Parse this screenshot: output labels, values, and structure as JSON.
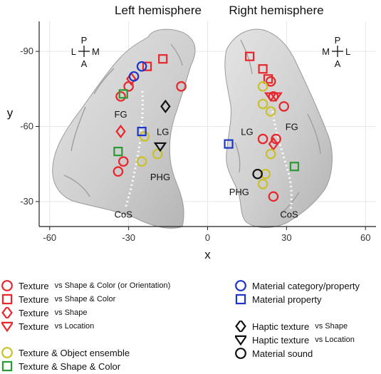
{
  "chart_data": {
    "type": "scatter",
    "panel_titles": [
      "Left hemisphere",
      "Right hemisphere"
    ],
    "xlabel": "x",
    "ylabel": "y",
    "xlim": [
      -64,
      64
    ],
    "ylim": [
      -20,
      -102
    ],
    "xticks": [
      -60,
      -30,
      0,
      30,
      60
    ],
    "xtick_labels": [
      "-60",
      "-30",
      "0",
      "30",
      "60"
    ],
    "yticks": [
      -90,
      -60,
      -30
    ],
    "ytick_labels": [
      "-90",
      "-60",
      "-30"
    ],
    "grid": true,
    "orientation_labels": {
      "left": {
        "top": "P",
        "bottom": "A",
        "west": "L",
        "east": "M"
      },
      "right": {
        "top": "P",
        "bottom": "A",
        "west": "M",
        "east": "L"
      }
    },
    "region_labels": [
      {
        "text": "FG",
        "x": -33,
        "y": -65
      },
      {
        "text": "LG",
        "x": -17,
        "y": -58
      },
      {
        "text": "PHG",
        "x": -18,
        "y": -40
      },
      {
        "text": "CoS",
        "x": -32,
        "y": -25
      },
      {
        "text": "LG",
        "x": 15,
        "y": -58
      },
      {
        "text": "FG",
        "x": 32,
        "y": -60
      },
      {
        "text": "PHG",
        "x": 12,
        "y": -34
      },
      {
        "text": "CoS",
        "x": 31,
        "y": -25
      }
    ],
    "series": [
      {
        "name": "Texture vs Shape & Color (or Orientation)",
        "marker": "circle",
        "color": "#e8262b",
        "points": [
          [
            -34,
            -42
          ],
          [
            -32,
            -46
          ],
          [
            -33,
            -72
          ],
          [
            -30,
            -76
          ],
          [
            -10,
            -76
          ],
          [
            21,
            -55
          ],
          [
            24,
            -78
          ],
          [
            25,
            -72
          ],
          [
            26,
            -55
          ],
          [
            29,
            -68
          ],
          [
            25,
            -32
          ]
        ]
      },
      {
        "name": "Texture vs Shape & Color",
        "marker": "square",
        "color": "#e8262b",
        "points": [
          [
            -23,
            -84
          ],
          [
            -17,
            -87
          ],
          [
            16,
            -88
          ],
          [
            21,
            -83
          ],
          [
            23,
            -79
          ]
        ]
      },
      {
        "name": "Texture vs Shape",
        "marker": "diamond",
        "color": "#e8262b",
        "points": [
          [
            -33,
            -58
          ],
          [
            -29,
            -79
          ],
          [
            25,
            -53
          ]
        ]
      },
      {
        "name": "Texture vs Location",
        "marker": "triangle-down",
        "color": "#e8262b",
        "points": [
          [
            24,
            -72
          ],
          [
            26,
            -72
          ]
        ]
      },
      {
        "name": "Texture & Object ensemble",
        "marker": "circle",
        "color": "#c9c02a",
        "points": [
          [
            -24,
            -56
          ],
          [
            -25,
            -46
          ],
          [
            -19,
            -49
          ],
          [
            21,
            -76
          ],
          [
            21,
            -69
          ],
          [
            24,
            -66
          ],
          [
            24,
            -49
          ],
          [
            22,
            -41
          ],
          [
            21,
            -37
          ]
        ]
      },
      {
        "name": "Texture & Shape & Color",
        "marker": "square",
        "color": "#2a9a33",
        "points": [
          [
            -32,
            -73
          ],
          [
            -34,
            -50
          ],
          [
            33,
            -44
          ]
        ]
      },
      {
        "name": "Material category/property",
        "marker": "circle",
        "color": "#1d35c8",
        "points": [
          [
            -28,
            -80
          ],
          [
            -25,
            -84
          ]
        ]
      },
      {
        "name": "Material property",
        "marker": "square",
        "color": "#1d35c8",
        "points": [
          [
            -25,
            -58
          ],
          [
            8,
            -53
          ]
        ]
      },
      {
        "name": "Haptic texture vs Shape",
        "marker": "diamond",
        "color": "#111111",
        "points": [
          [
            -16,
            -68
          ]
        ]
      },
      {
        "name": "Haptic texture vs Location",
        "marker": "triangle-down",
        "color": "#111111",
        "points": [
          [
            -18,
            -52
          ]
        ]
      },
      {
        "name": "Material sound",
        "marker": "circle",
        "color": "#111111",
        "points": [
          [
            19,
            -41
          ]
        ]
      }
    ]
  },
  "legend": [
    {
      "symbol": "circle",
      "color": "#e8262b",
      "main": "Texture",
      "sub": "vs Shape & Color (or Orientation)"
    },
    {
      "symbol": "square",
      "color": "#e8262b",
      "main": "Texture",
      "sub": "vs Shape & Color"
    },
    {
      "symbol": "diamond",
      "color": "#e8262b",
      "main": "Texture",
      "sub": "vs Shape"
    },
    {
      "symbol": "triangle-down",
      "color": "#e8262b",
      "main": "Texture",
      "sub": "vs Location"
    },
    {
      "symbol": "circle",
      "color": "#c9c02a",
      "main": "Texture & Object ensemble",
      "sub": ""
    },
    {
      "symbol": "square",
      "color": "#2a9a33",
      "main": "Texture & Shape & Color",
      "sub": ""
    },
    {
      "symbol": "circle",
      "color": "#1d35c8",
      "main": "Material category/property",
      "sub": ""
    },
    {
      "symbol": "square",
      "color": "#1d35c8",
      "main": "Material property",
      "sub": ""
    },
    {
      "symbol": "diamond",
      "color": "#111111",
      "main": "Haptic texture",
      "sub": "vs Shape"
    },
    {
      "symbol": "triangle-down",
      "color": "#111111",
      "main": "Haptic texture",
      "sub": "vs Location"
    },
    {
      "symbol": "circle",
      "color": "#111111",
      "main": "Material sound",
      "sub": ""
    }
  ]
}
